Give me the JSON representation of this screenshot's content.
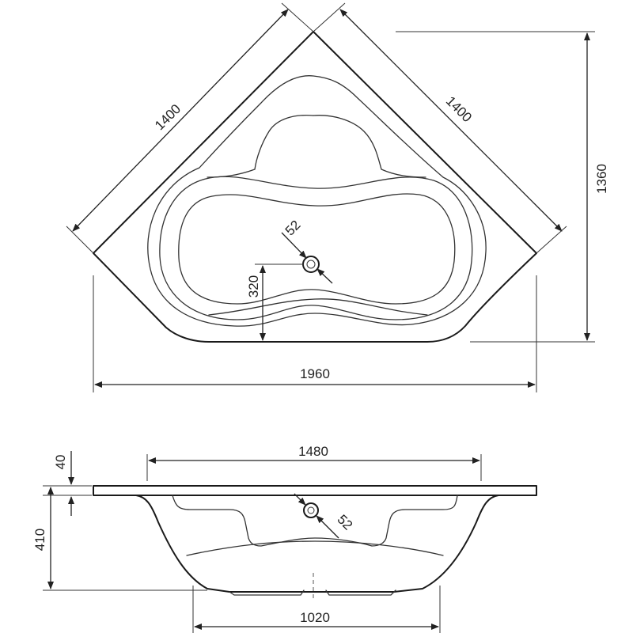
{
  "top_view": {
    "dimensions": {
      "side_left": "1400",
      "side_right": "1400",
      "depth": "1360",
      "width": "1960",
      "drain_offset": "320",
      "drain_diameter": "52"
    }
  },
  "side_view": {
    "dimensions": {
      "rim_thickness": "40",
      "height": "410",
      "top_length": "1480",
      "drain_diameter": "52",
      "bottom_length": "1020"
    }
  },
  "colors": {
    "line": "#1a1a1a",
    "background": "#ffffff"
  }
}
